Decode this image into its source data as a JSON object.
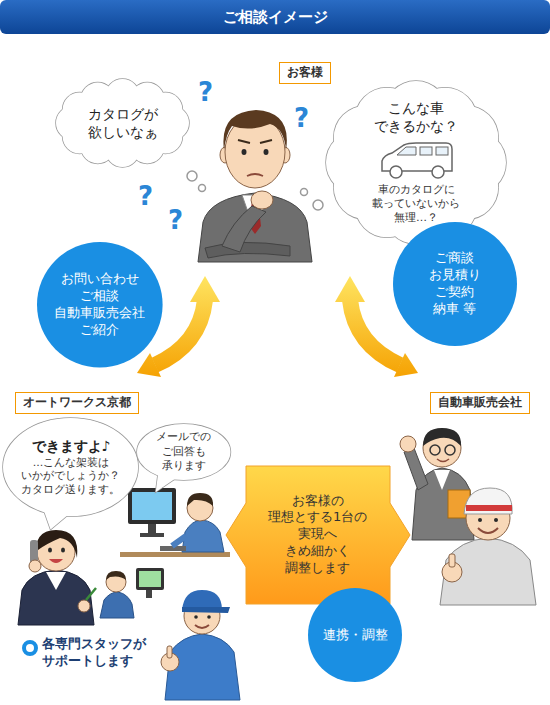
{
  "diagram": {
    "title": "ご相談イメージ",
    "nodes": [
      {
        "text": [
          "お客様"
        ]
      },
      {
        "text": [
          "カタログが 欲しいなぁ"
        ]
      },
      {
        "text": [
          "こんな車 できるかな？",
          "車のカタログに 載っていないから 無理…？"
        ]
      },
      {
        "text": [
          "お問い合わせ ご相談 自動車販売会社 ご紹介"
        ]
      },
      {
        "text": [
          "ご商談 お見積り ご契約 納車 等"
        ]
      },
      {
        "text": [
          "オートワークス京都"
        ]
      },
      {
        "text": [
          "自動車販売会社"
        ]
      },
      {
        "text": [
          "できますよ♪",
          "…こんな架装は いかがでしょうか？ カタログ送ります。"
        ]
      },
      {
        "text": [
          "メールでの ご回答も 承ります"
        ]
      },
      {
        "text": [
          "お客様の 理想とする1台の 実現へ きめ細かく 調整します"
        ]
      },
      {
        "text": [
          "連携・調整"
        ]
      }
    ],
    "labels": [
      "?",
      "?",
      "?",
      "?",
      "各専門スタッフが サポートします"
    ]
  }
}
